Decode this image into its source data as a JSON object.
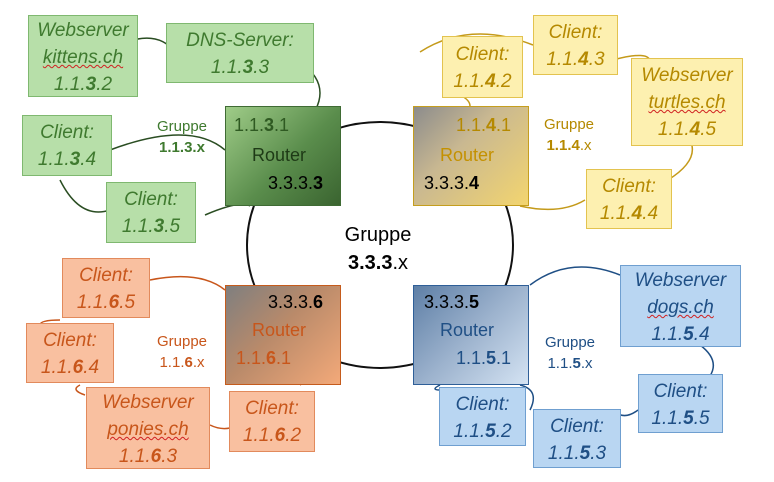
{
  "center": {
    "line1": "Gruppe",
    "prefix": "3.3.3",
    "suffix": ".x"
  },
  "groups": {
    "g3": {
      "label": "Gruppe",
      "subnet_pre": "1.1.",
      "subnet_bold": "3",
      "subnet_post": ".x",
      "router": {
        "ip_pre": "1.1.",
        "ip_bold": "3",
        "ip_post": ".1",
        "name": "Router",
        "outer_pre": "3.3.3.",
        "outer_bold": "3"
      },
      "nodes": [
        {
          "title": "Webserver",
          "host": "kittens.ch",
          "ip_pre": "1.1.",
          "ip_bold": "3",
          "ip_post": ".2"
        },
        {
          "title": "DNS-Server:",
          "ip_pre": "1.1.",
          "ip_bold": "3",
          "ip_post": ".3"
        },
        {
          "title": "Client:",
          "ip_pre": "1.1.",
          "ip_bold": "3",
          "ip_post": ".4"
        },
        {
          "title": "Client:",
          "ip_pre": "1.1.",
          "ip_bold": "3",
          "ip_post": ".5"
        }
      ]
    },
    "g4": {
      "label": "Gruppe",
      "subnet_pre": "1.1.",
      "subnet_bold": "4",
      "subnet_post": ".x",
      "router": {
        "ip_pre": "1.1.",
        "ip_bold": "4",
        "ip_post": ".1",
        "name": "Router",
        "outer_pre": "3.3.3.",
        "outer_bold": "4"
      },
      "nodes": [
        {
          "title": "Client:",
          "ip_pre": "1.1.",
          "ip_bold": "4",
          "ip_post": ".2"
        },
        {
          "title": "Client:",
          "ip_pre": "1.1.",
          "ip_bold": "4",
          "ip_post": ".3"
        },
        {
          "title": "Webserver",
          "host": "turtles.ch",
          "ip_pre": "1.1.",
          "ip_bold": "4",
          "ip_post": ".5"
        },
        {
          "title": "Client:",
          "ip_pre": "1.1.",
          "ip_bold": "4",
          "ip_post": ".4"
        }
      ]
    },
    "g6": {
      "label": "Gruppe",
      "subnet_pre": "1.1.",
      "subnet_bold": "6",
      "subnet_post": ".x",
      "router": {
        "ip_pre": "1.1.",
        "ip_bold": "6",
        "ip_post": ".1",
        "name": "Router",
        "outer_pre": "3.3.3.",
        "outer_bold": "6"
      },
      "nodes": [
        {
          "title": "Client:",
          "ip_pre": "1.1.",
          "ip_bold": "6",
          "ip_post": ".5"
        },
        {
          "title": "Client:",
          "ip_pre": "1.1.",
          "ip_bold": "6",
          "ip_post": ".4"
        },
        {
          "title": "Webserver",
          "host": "ponies.ch",
          "ip_pre": "1.1.",
          "ip_bold": "6",
          "ip_post": ".3"
        },
        {
          "title": "Client:",
          "ip_pre": "1.1.",
          "ip_bold": "6",
          "ip_post": ".2"
        }
      ]
    },
    "g5": {
      "label": "Gruppe",
      "subnet_pre": "1.1.",
      "subnet_bold": "5",
      "subnet_post": ".x",
      "router": {
        "ip_pre": "1.1.",
        "ip_bold": "5",
        "ip_post": ".1",
        "name": "Router",
        "outer_pre": "3.3.3.",
        "outer_bold": "5"
      },
      "nodes": [
        {
          "title": "Webserver",
          "host": "dogs.ch",
          "ip_pre": "1.1.",
          "ip_bold": "5",
          "ip_post": ".4"
        },
        {
          "title": "Client:",
          "ip_pre": "1.1.",
          "ip_bold": "5",
          "ip_post": ".5"
        },
        {
          "title": "Client:",
          "ip_pre": "1.1.",
          "ip_bold": "5",
          "ip_post": ".2"
        },
        {
          "title": "Client:",
          "ip_pre": "1.1.",
          "ip_bold": "5",
          "ip_post": ".3"
        }
      ]
    }
  },
  "colors": {
    "green": "#3f7a2f",
    "yellow": "#b58900",
    "orange": "#c8561b",
    "blue": "#1f4f85"
  }
}
